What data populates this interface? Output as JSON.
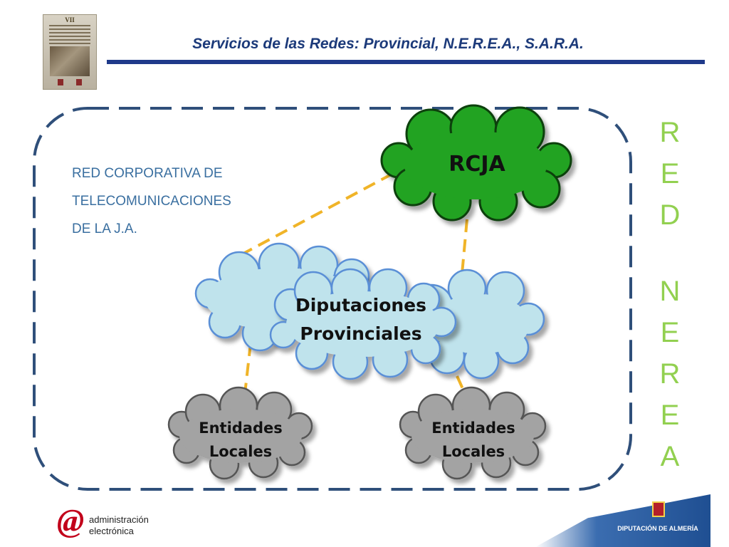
{
  "header": {
    "title": "Servicios de las Redes: Provincial, N.E.R.E.A., S.A.R.A.",
    "thumbnail_numeral": "VII"
  },
  "diagram": {
    "corporate_network_label": [
      "RED CORPORATIVA DE",
      "TELECOMUNICACIONES",
      "DE LA J.A."
    ],
    "side_word_red": [
      "R",
      "E",
      "D"
    ],
    "side_word_nerea": [
      "N",
      "E",
      "R",
      "E",
      "A"
    ],
    "nodes": {
      "rcja": "RCJA",
      "provincial": [
        "Diputaciones",
        "Provinciales"
      ],
      "local_left": [
        "Entidades",
        "Locales"
      ],
      "local_right": [
        "Entidades",
        "Locales"
      ]
    }
  },
  "footer": {
    "logo_at": "@",
    "logo_line1": "administración",
    "logo_line2": "electrónica",
    "institution": "DIPUTACIÓN DE ALMERÍA"
  },
  "colors": {
    "title": "#1c3a7a",
    "rule": "#1f3a8a",
    "boundary": "#2f4f7a",
    "rcja_cloud": "#21a321",
    "provincial_cloud": "#bfe3ec",
    "local_cloud": "#a3a3a3",
    "links": "#f0b428",
    "side_text": "#92d050",
    "corp_text": "#3a6fa0"
  }
}
